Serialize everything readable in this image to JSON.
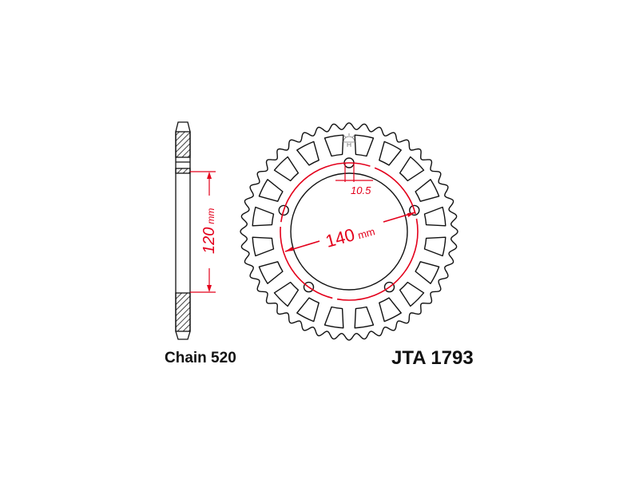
{
  "labels": {
    "chain": "Chain 520",
    "part_number": "JTA 1793"
  },
  "dimensions": {
    "bolt_circle": {
      "value": "140",
      "unit": "mm"
    },
    "hub_offset": {
      "value": "120",
      "unit": "mm"
    },
    "bolt_hole": {
      "value": "10.5"
    }
  },
  "sprocket": {
    "teeth": 44,
    "bolt_holes": 5,
    "windows": 20
  },
  "colors": {
    "line": "#111111",
    "dimension": "#e3001b"
  }
}
